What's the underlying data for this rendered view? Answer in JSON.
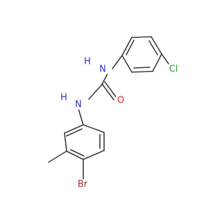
{
  "molecule": {
    "atoms": {
      "nh_top": "H",
      "n_top": "N",
      "nh_mid": "H",
      "n_mid": "N",
      "o": "O",
      "cl": "Cl",
      "br": "Br"
    },
    "colors": {
      "bond": "#3a3a3a",
      "N": "#3030c8",
      "O": "#e02020",
      "Cl": "#1fa31f",
      "Br": "#a52a2a"
    }
  }
}
